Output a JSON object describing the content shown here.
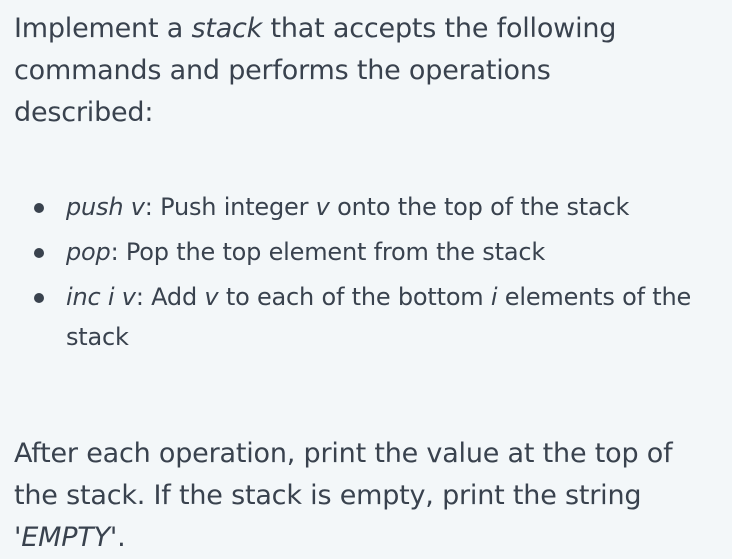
{
  "intro": {
    "part1": "Implement a ",
    "emphasis": "stack",
    "part2": " that accepts the following commands and performs the operations described:"
  },
  "commands": [
    {
      "cmd": "push v",
      "desc_before": ": Push integer ",
      "desc_var": "v",
      "desc_after": " onto the top of the stack"
    },
    {
      "cmd": "pop",
      "desc_before": ": Pop the top element from the stack",
      "desc_var": "",
      "desc_after": ""
    },
    {
      "cmd": "inc i v",
      "desc_before": ": Add ",
      "desc_var": "v",
      "desc_middle": " to each of the bottom ",
      "desc_var2": "i",
      "desc_after": " elements of the stack"
    }
  ],
  "outro": {
    "part1": "After each operation, print the value at the top of the stack. If the stack is empty, print the string '",
    "emphasis": "EMPTY",
    "part2": "'."
  }
}
